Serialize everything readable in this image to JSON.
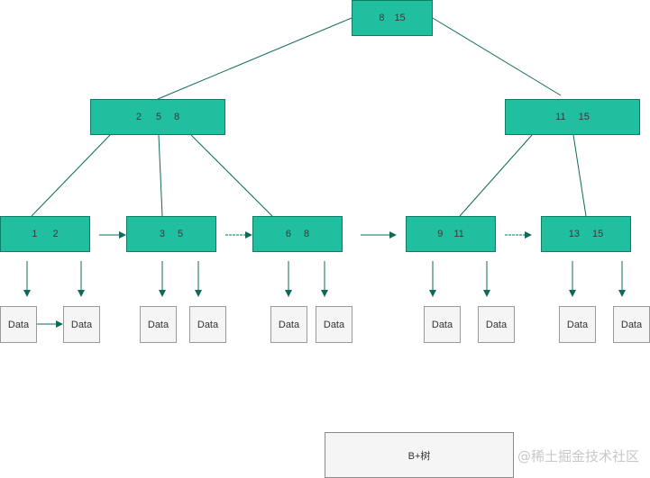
{
  "tree": {
    "root": {
      "keys": [
        "8",
        "15"
      ]
    },
    "internal": [
      {
        "keys": [
          "2",
          "5",
          "8"
        ]
      },
      {
        "keys": [
          "11",
          "15"
        ]
      }
    ],
    "leaves": [
      {
        "keys": [
          "1",
          "2"
        ]
      },
      {
        "keys": [
          "3",
          "5"
        ]
      },
      {
        "keys": [
          "6",
          "8"
        ]
      },
      {
        "keys": [
          "9",
          "11"
        ]
      },
      {
        "keys": [
          "13",
          "15"
        ]
      }
    ],
    "data_label": "Data"
  },
  "caption": "B+树",
  "watermark": "@稀土掘金技术社区",
  "colors": {
    "node_fill": "#1fbf9f",
    "node_border": "#0f7c66",
    "line": "#0f6b57",
    "data_fill": "#f5f5f5",
    "data_border": "#9a9a9a"
  }
}
